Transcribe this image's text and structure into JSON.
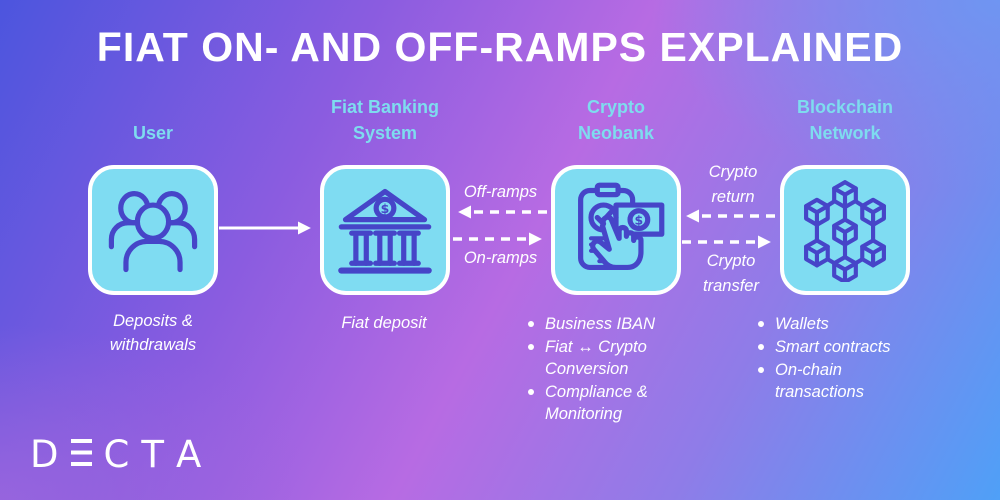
{
  "title": "FIAT ON- AND OFF-RAMPS EXPLAINED",
  "colors": {
    "background_top_left": "#4C55DE",
    "background_top_right": "#6E96F2",
    "background_center": "#B76BE3",
    "background_bottom_left": "#9C66DD",
    "background_bottom_right": "#4FA0F7",
    "tile_fill": "#7FDCF2",
    "tile_border": "#FFFFFF",
    "icon_stroke": "#4645C8",
    "node_label_color": "#7EDCEF",
    "text_color": "#FFFFFF"
  },
  "nodes": [
    {
      "name": "user",
      "icon": "users-icon",
      "label_lines": [
        "User"
      ],
      "caption_lines": [
        "Deposits &",
        "withdrawals"
      ]
    },
    {
      "name": "fiat-banking-system",
      "icon": "bank-icon",
      "label_lines": [
        "Fiat Banking",
        "System"
      ],
      "caption_lines": [
        "Fiat deposit"
      ]
    },
    {
      "name": "crypto-neobank",
      "icon": "neobank-tap-icon",
      "label_lines": [
        "Crypto",
        "Neobank"
      ],
      "bullets": [
        [
          "Business IBAN"
        ],
        [
          "Fiat ↔ Crypto",
          "Conversion"
        ],
        [
          "Compliance &",
          "Monitoring"
        ]
      ]
    },
    {
      "name": "blockchain-network",
      "icon": "blockchain-icon",
      "label_lines": [
        "Blockchain",
        "Network"
      ],
      "bullets": [
        [
          "Wallets"
        ],
        [
          "Smart contracts"
        ],
        [
          "On-chain",
          "transactions"
        ]
      ]
    }
  ],
  "arrows": [
    {
      "name": "user-to-bank",
      "style": "solid",
      "direction": "right",
      "label_lines": []
    },
    {
      "name": "off-ramps",
      "style": "dashed",
      "direction": "left",
      "label_lines": [
        "Off-ramps"
      ]
    },
    {
      "name": "on-ramps",
      "style": "dashed",
      "direction": "right",
      "label_lines": [
        "On-ramps"
      ]
    },
    {
      "name": "crypto-return",
      "style": "dashed",
      "direction": "left",
      "label_lines": [
        "Crypto",
        "return"
      ]
    },
    {
      "name": "crypto-transfer",
      "style": "dashed",
      "direction": "right",
      "label_lines": [
        "Crypto",
        "transfer"
      ]
    }
  ],
  "brand": {
    "name": "DECTA",
    "letters": [
      "D",
      "E",
      "C",
      "T",
      "A"
    ]
  }
}
